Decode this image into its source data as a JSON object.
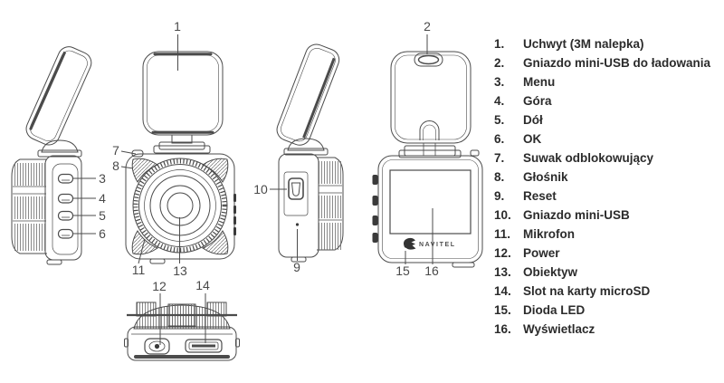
{
  "device_diagram": {
    "brand_logo": "NAVITEL",
    "callouts": {
      "c1": "1",
      "c2": "2",
      "c3": "3",
      "c4": "4",
      "c5": "5",
      "c6": "6",
      "c7": "7",
      "c8": "8",
      "c9": "9",
      "c10": "10",
      "c11": "11",
      "c12": "12",
      "c13": "13",
      "c14": "14",
      "c15": "15",
      "c16": "16"
    }
  },
  "legend": {
    "items": [
      {
        "num": "1.",
        "label": "Uchwyt (3M nalepka)"
      },
      {
        "num": "2.",
        "label": "Gniazdo mini-USB do ładowania"
      },
      {
        "num": "3.",
        "label": "Menu"
      },
      {
        "num": "4.",
        "label": "Góra"
      },
      {
        "num": "5.",
        "label": "Dół"
      },
      {
        "num": "6.",
        "label": "OK"
      },
      {
        "num": "7.",
        "label": "Suwak odblokowujący"
      },
      {
        "num": "8.",
        "label": "Głośnik"
      },
      {
        "num": "9.",
        "label": "Reset"
      },
      {
        "num": "10.",
        "label": "Gniazdo mini-USB"
      },
      {
        "num": "11.",
        "label": "Mikrofon"
      },
      {
        "num": "12.",
        "label": "Power"
      },
      {
        "num": "13.",
        "label": "Obiektyw"
      },
      {
        "num": "14.",
        "label": "Slot na karty microSD"
      },
      {
        "num": "15.",
        "label": "Dioda LED"
      },
      {
        "num": "16.",
        "label": "Wyświetlacz"
      }
    ]
  },
  "colors": {
    "line": "#4b4b4b",
    "dark_fill": "#3a3a3a",
    "text": "#2b2b2b",
    "callout_text": "#4a4a4a",
    "background": "#ffffff"
  }
}
